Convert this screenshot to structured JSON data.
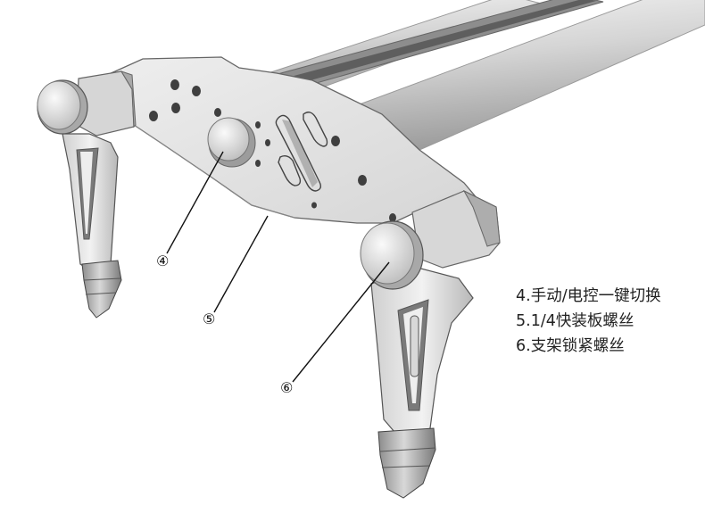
{
  "callouts": [
    {
      "symbol": "④",
      "text": "4.手动/电控一键切换"
    },
    {
      "symbol": "⑤",
      "text": "5.1/4快装板螺丝"
    },
    {
      "symbol": "⑥",
      "text": "6.支架锁紧螺丝"
    }
  ],
  "colors": {
    "metal_light": "#e4e4e4",
    "metal_mid": "#c9c9c9",
    "metal_dark": "#8a8a8a",
    "edge": "#555555",
    "hole": "#4a4a4a",
    "rail": "#cfcfcf",
    "belt": "#6f6f6f"
  }
}
